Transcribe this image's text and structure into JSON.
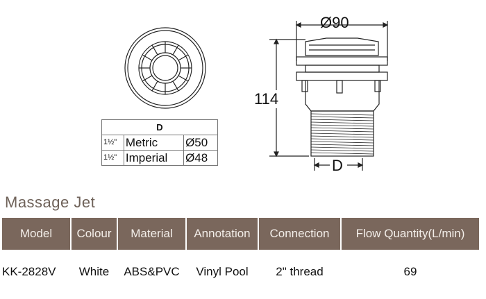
{
  "drawing": {
    "diameter_label": "Ø90",
    "height_label": "114",
    "d_label": "D"
  },
  "d_table": {
    "header": "D",
    "rows": [
      {
        "size": "1½\"",
        "type": "Metric",
        "value": "Ø50"
      },
      {
        "size": "1½\"",
        "type": "Imperial",
        "value": "Ø48"
      }
    ]
  },
  "title": "Massage Jet",
  "table": {
    "headers": [
      "Model",
      "Colour",
      "Material",
      "Annotation",
      "Connection",
      "Flow Quantity(L/min)"
    ],
    "rows": [
      [
        "KK-2828V",
        "White",
        "ABS&PVC",
        "Vinyl Pool",
        "2\" thread",
        "69"
      ]
    ]
  },
  "colors": {
    "header_bg": "#7a675c",
    "title": "#6f6259"
  }
}
